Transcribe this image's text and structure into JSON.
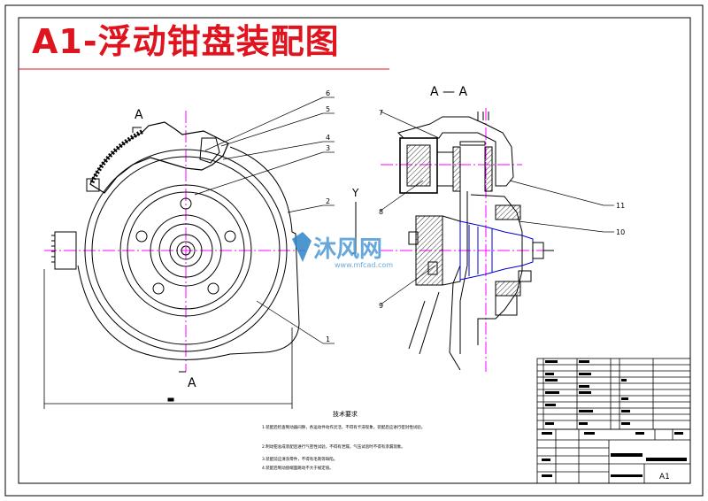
{
  "title": "A1-浮动钳盘装配图",
  "section_labels": {
    "front_top": "A",
    "front_bottom": "A",
    "section_view": "A — A",
    "y_marker": "Y"
  },
  "part_numbers": [
    "1",
    "2",
    "3",
    "4",
    "5",
    "6",
    "7",
    "8",
    "9",
    "10",
    "11"
  ],
  "watermark": {
    "text": "沐风网",
    "url": "www.mfcad.com"
  },
  "tech_notes": {
    "heading": "技术要求",
    "items": [
      "1.装配后检查制动器间隙，各运动件动作灵活，不得有卡滞现象，装配后应进行密封性试验。",
      "2.制动钳总成装配后进行气密性试验，不得有泄漏，气压试验时不得有渗漏现象。",
      "3.装配前应清洗零件，不得有毛刺等缺陷。",
      "4.装配后制动盘端面跳动不大于规定值。"
    ]
  },
  "title_block": {
    "sheet_size": "A1"
  },
  "colors": {
    "outline": "#000000",
    "centerline": "#ff00ff",
    "blue_detail": "#0000cc",
    "title": "#e0141e",
    "watermark": "#4c9ad6"
  }
}
